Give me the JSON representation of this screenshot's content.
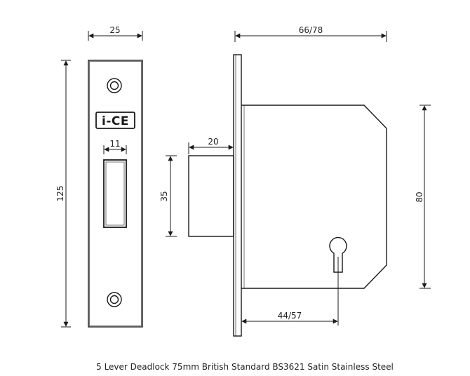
{
  "brand": {
    "logo_text": "i-CE"
  },
  "dimensions": {
    "faceplate_width": "25",
    "overall_depth": "66/78",
    "bolt_slot_width": "11",
    "overall_height": "125",
    "bolt_throw": "20",
    "bolt_height": "35",
    "case_height": "80",
    "backset": "44/57"
  },
  "caption": "5 Lever Deadlock 75mm British Standard BS3621 Satin Stainless Steel",
  "colors": {
    "stroke": "#1a1a1a",
    "background": "#ffffff"
  }
}
